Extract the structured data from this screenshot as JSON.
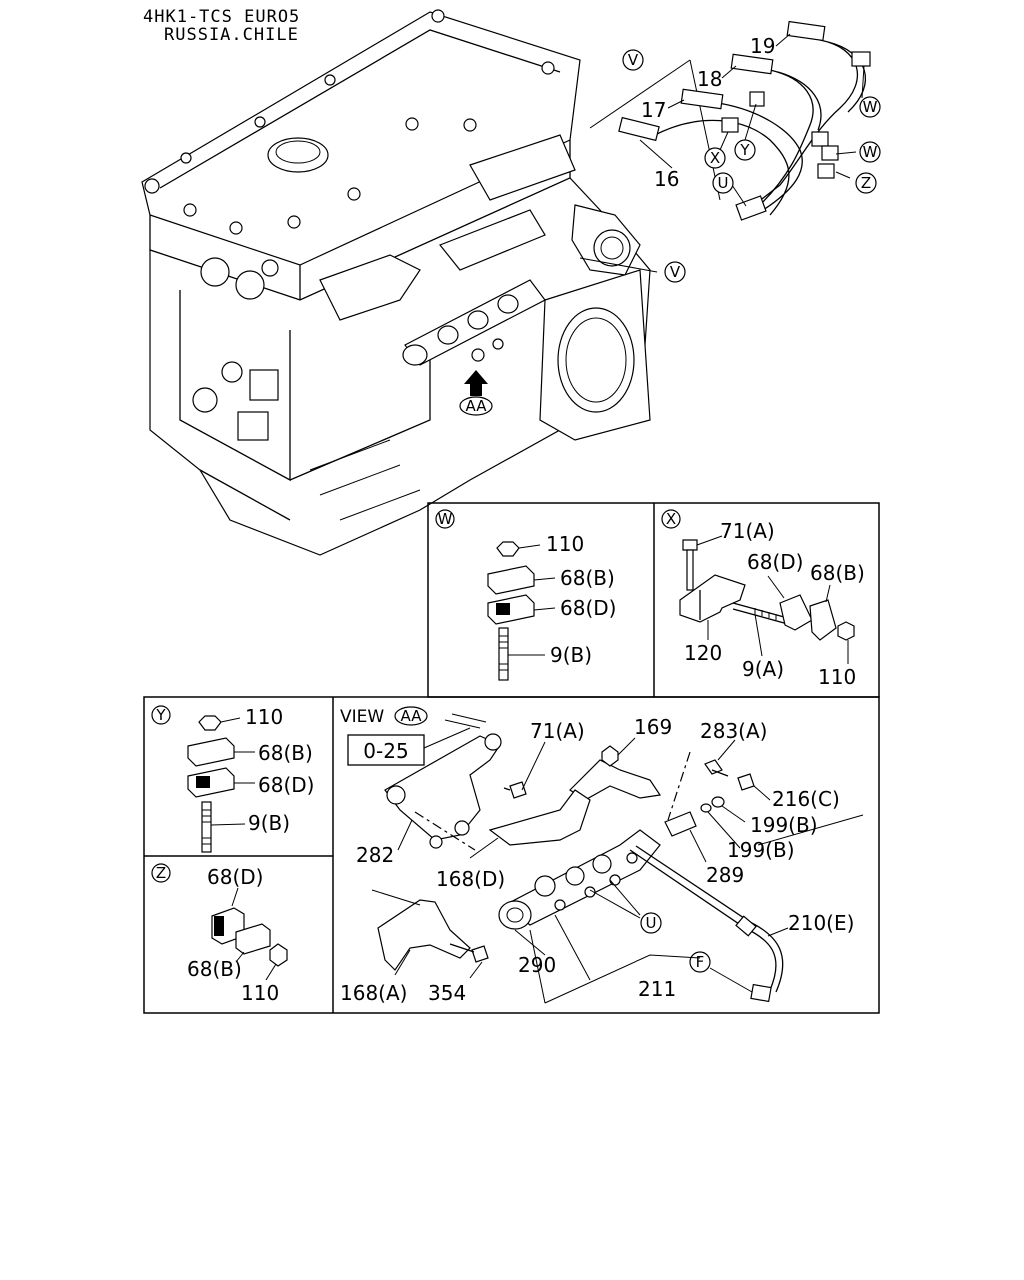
{
  "header": {
    "line1": "4HK1-TCS EURO5",
    "line2": "RUSSIA.CHILE"
  },
  "overview": {
    "callouts": {
      "v_top": "V",
      "v_engine": "V",
      "w_top": "W",
      "w_mid": "W",
      "x": "X",
      "y": "Y",
      "u": "U",
      "z": "Z",
      "aa": "AA"
    },
    "labels": {
      "p19": "19",
      "p18": "18",
      "p17": "17",
      "p16": "16"
    }
  },
  "panels": {
    "w": {
      "tag": "W",
      "labels": [
        "110",
        "68(B)",
        "68(D)",
        "9(B)"
      ]
    },
    "x": {
      "tag": "X",
      "labels": [
        "71(A)",
        "68(D)",
        "68(B)",
        "120",
        "9(A)",
        "110"
      ]
    },
    "y": {
      "tag": "Y",
      "labels": [
        "110",
        "68(B)",
        "68(D)",
        "9(B)"
      ]
    },
    "z": {
      "tag": "Z",
      "labels": [
        "68(D)",
        "68(B)",
        "110"
      ]
    },
    "view": {
      "title": "VIEW",
      "tag": "AA",
      "ref_box": "0-25",
      "labels": {
        "p71a": "71(A)",
        "p169": "169",
        "p283a": "283(A)",
        "p216c": "216(C)",
        "p199b_1": "199(B)",
        "p199b_2": "199(B)",
        "p282": "282",
        "p168d": "168(D)",
        "p289": "289",
        "u": "U",
        "p210e": "210(E)",
        "f": "F",
        "p290": "290",
        "p211": "211",
        "p168a": "168(A)",
        "p354": "354"
      }
    }
  }
}
